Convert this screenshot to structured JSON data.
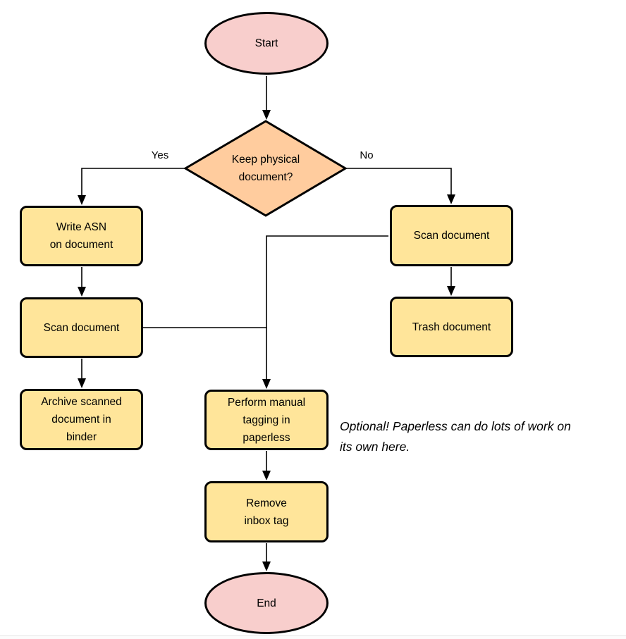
{
  "colors": {
    "terminal_fill": "#f8cecc",
    "decision_fill": "#ffcc9e",
    "process_fill": "#ffe59a",
    "stroke": "#000000"
  },
  "nodes": {
    "start": {
      "lines": [
        "Start"
      ]
    },
    "decision": {
      "lines": [
        "Keep physical",
        "document?"
      ]
    },
    "write_asn": {
      "lines": [
        "Write ASN",
        "on document"
      ]
    },
    "scan_left": {
      "lines": [
        "Scan document"
      ]
    },
    "archive": {
      "lines": [
        "Archive scanned",
        "document in",
        "binder"
      ]
    },
    "scan_right": {
      "lines": [
        "Scan document"
      ]
    },
    "trash": {
      "lines": [
        "Trash document"
      ]
    },
    "perform_tagging": {
      "lines": [
        "Perform manual",
        "tagging in",
        "paperless"
      ]
    },
    "remove_inbox_tag": {
      "lines": [
        "Remove",
        "inbox tag"
      ]
    },
    "end": {
      "lines": [
        "End"
      ]
    }
  },
  "edge_labels": {
    "yes": "Yes",
    "no": "No"
  },
  "annotation": {
    "lines": [
      "Optional! Paperless can do lots of work on",
      "its own here."
    ]
  }
}
